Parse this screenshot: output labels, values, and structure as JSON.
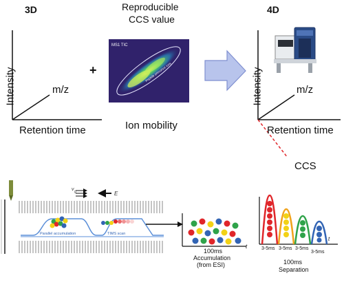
{
  "top": {
    "label_3d": "3D",
    "label_4d": "4D",
    "reproducible_line1": "Reproducible",
    "reproducible_line2": "CCS value",
    "intensity": "Intensity",
    "mz": "m/z",
    "retention_time": "Retention time",
    "plus": "+",
    "ion_mobility": "Ion mobility",
    "heatmap_label": "MS1 TIC",
    "heatmap_region_label": "Peptide precursor ions",
    "ccs": "CCS"
  },
  "bottom": {
    "v_label": "v",
    "v_sub": "g",
    "e_label": "E",
    "parallel_accumulation": "Parallel accumulation",
    "tims_scan": "TIMS scan",
    "accumulation_time": "100ms",
    "accumulation_line1": "Accumulation",
    "accumulation_line2": "(from ESI)",
    "t_label": "t",
    "separation_time": "100ms",
    "separation": "Separation",
    "ms_labels": [
      "3-5ms",
      "3-5ms",
      "3-5ms",
      "3-5ms"
    ]
  },
  "colors": {
    "arrow_fill": "#b8c4ec",
    "arrow_stroke": "#7f8fd0",
    "ccs_dashed": "#e0262a",
    "peak_red": "#e0262a",
    "peak_orange": "#f1a31c",
    "peak_green": "#2fa34a",
    "peak_blue": "#3264b4",
    "dot_yellow": "#f2d215"
  }
}
